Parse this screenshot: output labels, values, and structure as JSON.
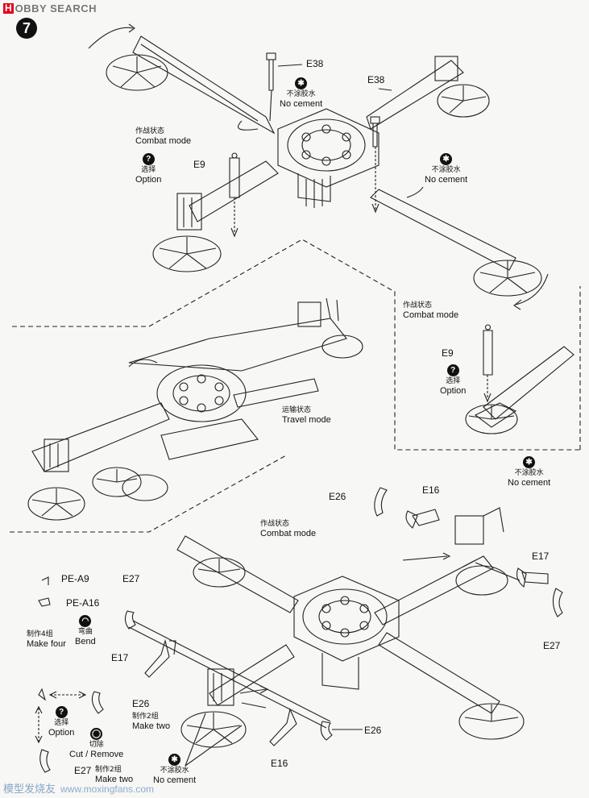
{
  "watermark": {
    "brand": "H",
    "site_name": "OBBY SEARCH",
    "footer_url": "www.moxingfans.com",
    "footer_cn": "模型发烧友"
  },
  "step_number": "7",
  "parts": {
    "e38_a": "E38",
    "e38_b": "E38",
    "e9_top": "E9",
    "e9_inset": "E9",
    "e26_a": "E26",
    "e26_b": "E26",
    "e26_c": "E26",
    "e16_a": "E16",
    "e16_b": "E16",
    "e17_a": "E17",
    "e17_b": "E17",
    "e27_a": "E27",
    "e27_b": "E27",
    "e27_c": "E27",
    "pe_a9": "PE-A9",
    "pe_a16": "PE-A16"
  },
  "notes": {
    "no_cement_cn": "不涂胶水",
    "no_cement_en": "No cement",
    "option_cn": "选择",
    "option_en": "Option",
    "combat_cn": "作战状态",
    "combat_en": "Combat mode",
    "travel_cn": "运输状态",
    "travel_en": "Travel mode",
    "make_four_cn": "制作4组",
    "make_four_en": "Make four",
    "bend_cn": "弯曲",
    "bend_en": "Bend",
    "make_two_cn": "制作2组",
    "make_two_en": "Make two",
    "cut_cn": "切除",
    "cut_en": "Cut / Remove"
  },
  "symbols": {
    "no_cement": "✱",
    "option": "?",
    "bend": "◠",
    "cut": "◯"
  }
}
